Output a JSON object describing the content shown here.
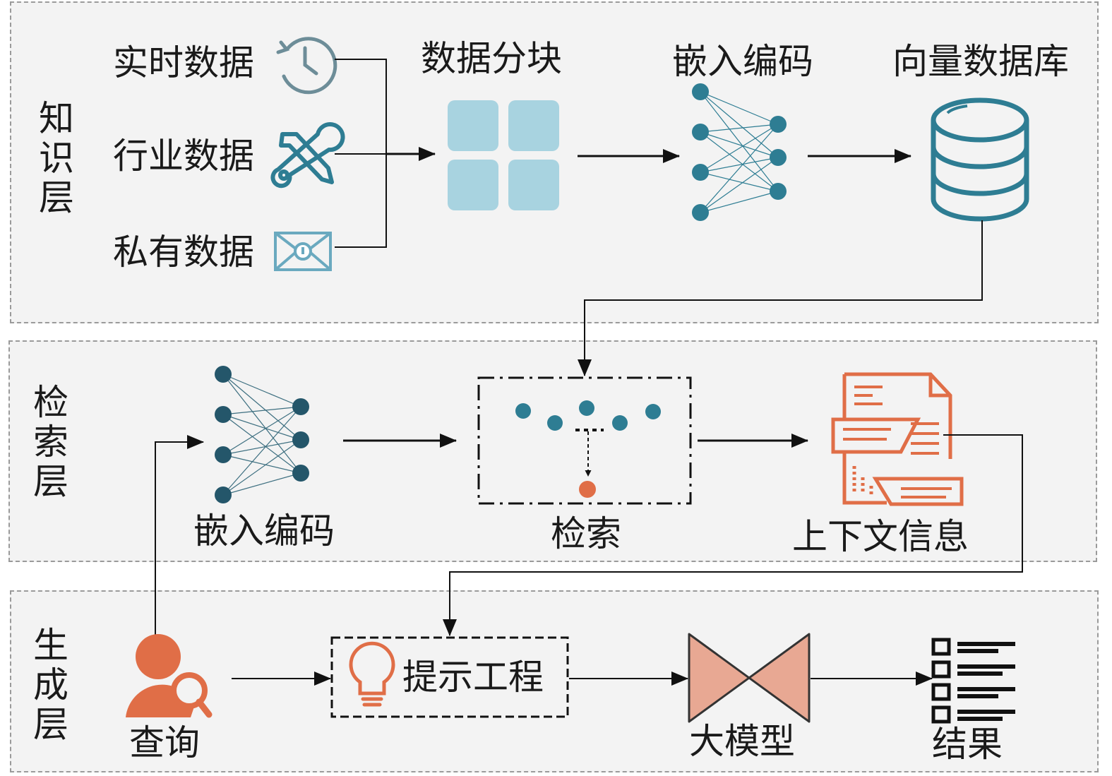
{
  "layers": {
    "knowledge": "知\n识\n层",
    "retrieval": "检\n索\n层",
    "generation": "生\n成\n层"
  },
  "knowledge": {
    "realtime_data": "实时数据",
    "industry_data": "行业数据",
    "private_data": "私有数据",
    "chunking": "数据分块",
    "embedding": "嵌入编码",
    "vector_db": "向量数据库"
  },
  "retrieval": {
    "embedding": "嵌入编码",
    "search": "检索",
    "context": "上下文信息"
  },
  "generation": {
    "query": "查询",
    "prompt": "提示工程",
    "llm": "大模型",
    "result": "结果"
  },
  "colors": {
    "teal": "#2e7d93",
    "dark_teal": "#24566a",
    "light_blue": "#a8d3e0",
    "orange": "#e06e47",
    "salmon": "#e8a893",
    "panel": "#f3f3f3"
  },
  "icons": [
    "clock-history-icon",
    "tools-icon",
    "locked-mail-icon",
    "vector-database-icon",
    "neural-network-icon",
    "document-chat-icon",
    "user-search-icon",
    "lightbulb-icon",
    "bowtie-model-icon",
    "checklist-icon"
  ]
}
